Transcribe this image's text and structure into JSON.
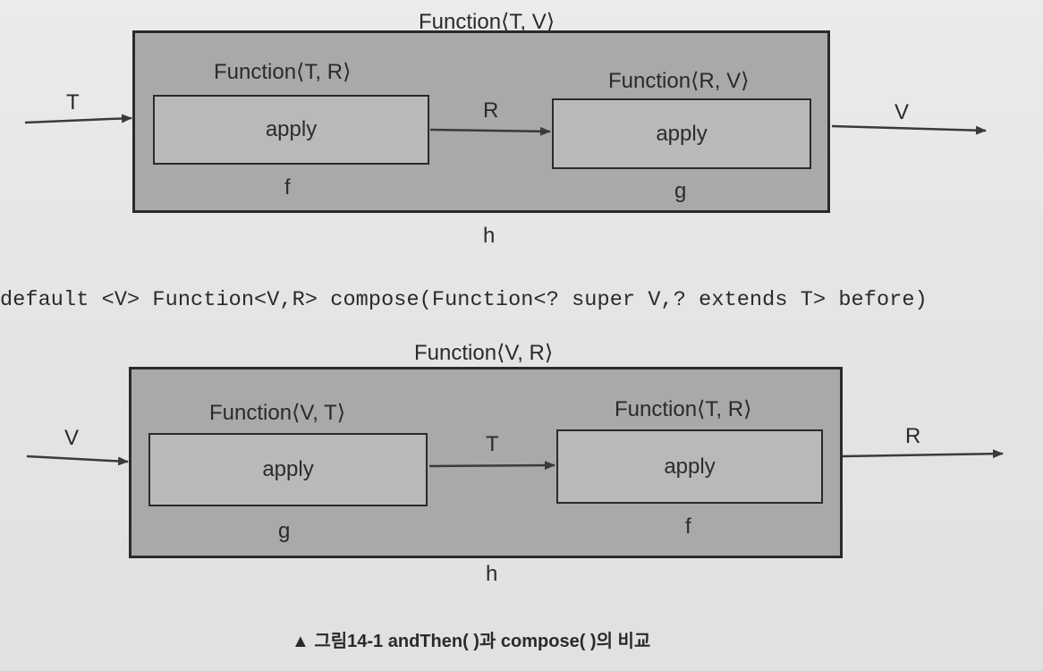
{
  "top_diagram": {
    "outer_title": "Function⟨T, V⟩",
    "outer_name": "h",
    "left": {
      "type_label": "Function⟨T, R⟩",
      "method": "apply",
      "name": "f"
    },
    "right": {
      "type_label": "Function⟨R, V⟩",
      "method": "apply",
      "name": "g"
    },
    "input_label": "T",
    "middle_label": "R",
    "output_label": "V"
  },
  "code_line": "default <V> Function<V,R> compose(Function<? super V,? extends T> before)",
  "bottom_diagram": {
    "outer_title": "Function⟨V, R⟩",
    "outer_name": "h",
    "left": {
      "type_label": "Function⟨V, T⟩",
      "method": "apply",
      "name": "g"
    },
    "right": {
      "type_label": "Function⟨T, R⟩",
      "method": "apply",
      "name": "f"
    },
    "input_label": "V",
    "middle_label": "T",
    "output_label": "R"
  },
  "caption": "▲ 그림14-1  andThen( )과 compose( )의 비교"
}
